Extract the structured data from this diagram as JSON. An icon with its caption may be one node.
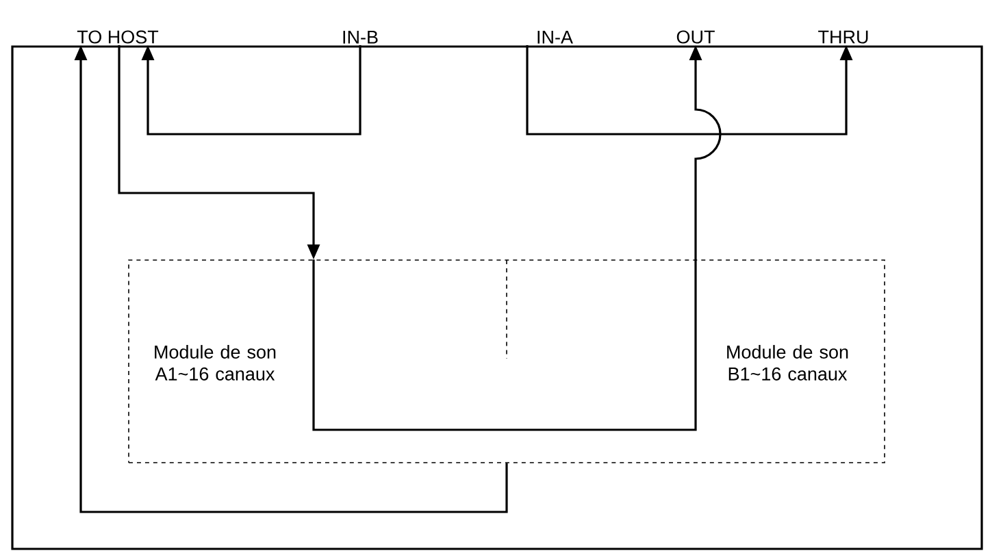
{
  "diagram": {
    "nodes": [
      {
        "text": [
          "TO HOST"
        ]
      },
      {
        "text": [
          "IN-B"
        ]
      },
      {
        "text": [
          "IN-A"
        ]
      },
      {
        "text": [
          "OUT"
        ]
      },
      {
        "text": [
          "THRU"
        ]
      },
      {
        "text": [],
        "shape": "box"
      },
      {
        "text": [
          "Module de son A1~16 canaux"
        ],
        "in": 5
      },
      {
        "text": [
          "Module de son B1~16 canaux"
        ],
        "in": 5
      }
    ],
    "edges": [
      {
        "from": 1,
        "to": 0,
        "arrow": "to"
      },
      {
        "from": 2,
        "to": 4,
        "arrow": "to"
      },
      {
        "from": 0,
        "to": 5,
        "arrow": "to"
      },
      {
        "from": 5,
        "to": 3,
        "arrow": "to"
      },
      {
        "from": 5,
        "to": 0,
        "arrow": "to"
      }
    ]
  }
}
